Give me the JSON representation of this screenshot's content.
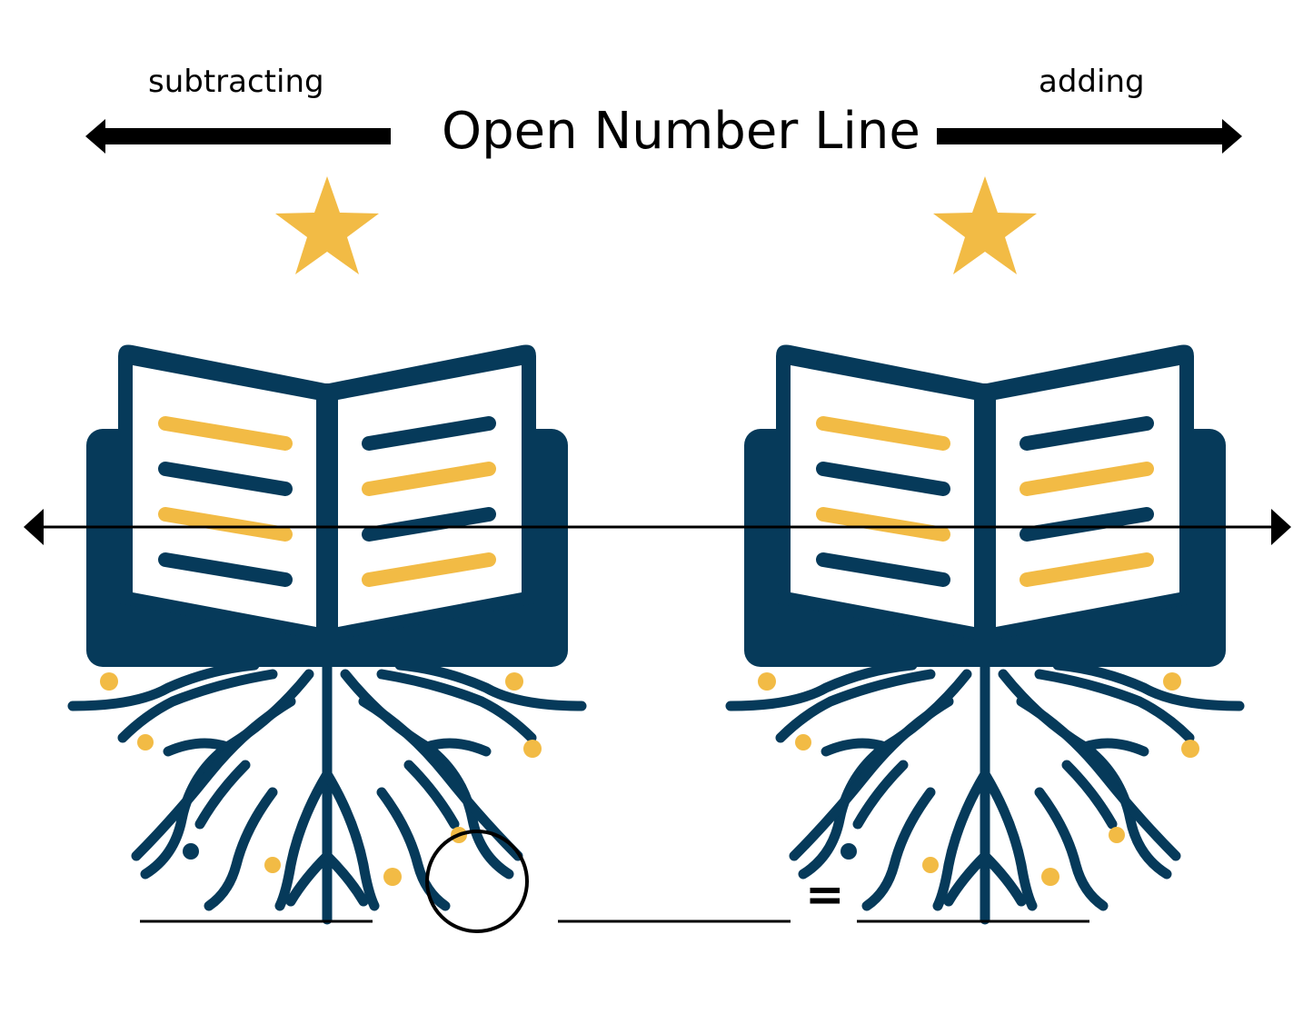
{
  "header": {
    "left_label": "subtracting",
    "right_label": "adding",
    "title": "Open Number Line"
  },
  "equation": {
    "operator_symbol": "="
  },
  "colors": {
    "navy": "#063a5a",
    "gold": "#f2bb45",
    "ink": "#000000"
  }
}
